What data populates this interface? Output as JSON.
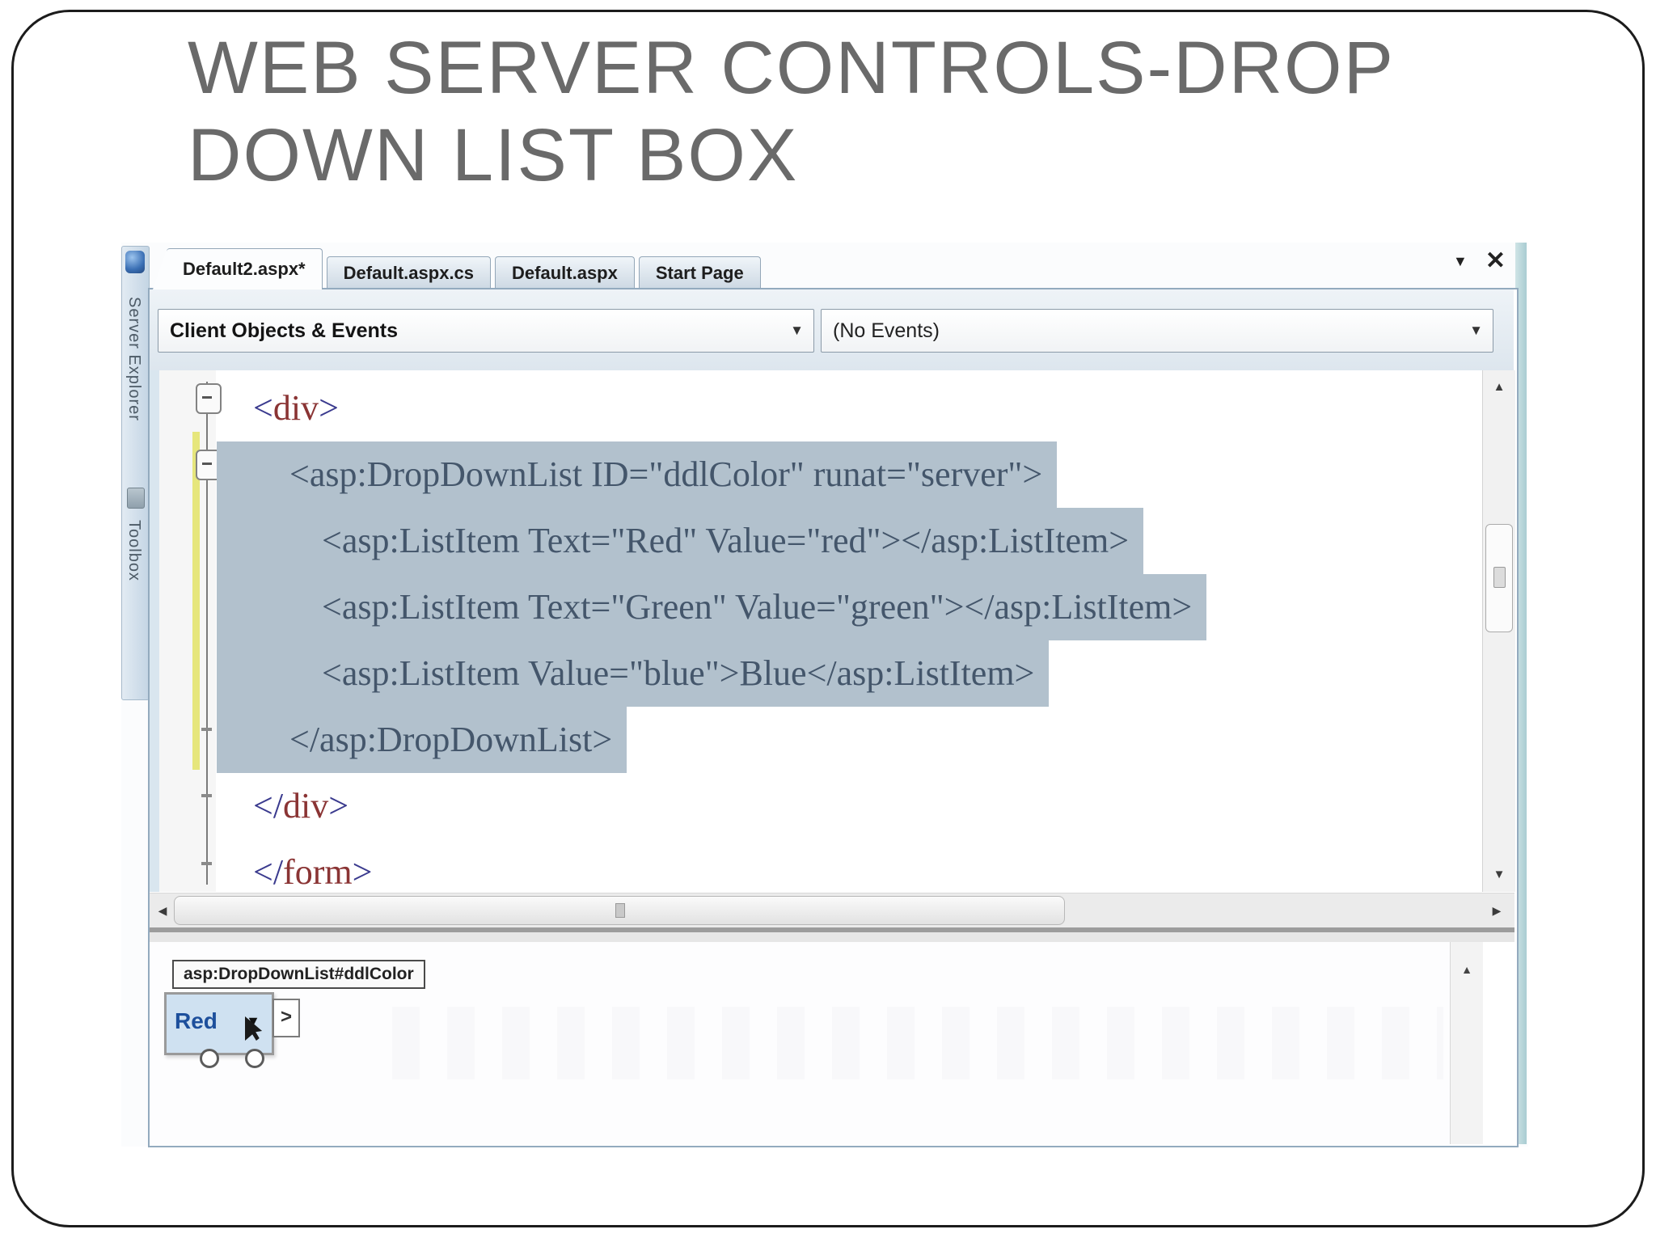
{
  "title": {
    "line1": "WEB SERVER CONTROLS-DROP",
    "line2": "DOWN LIST BOX"
  },
  "editor": {
    "tabs": [
      {
        "label": "Default2.aspx*",
        "active": true
      },
      {
        "label": "Default.aspx.cs",
        "active": false
      },
      {
        "label": "Default.aspx",
        "active": false
      },
      {
        "label": "Start Page",
        "active": false
      }
    ],
    "window_buttons": {
      "dropdown_glyph": "▼",
      "close_glyph": "✕"
    },
    "side_strip": {
      "labels": [
        "Server Explorer",
        "Toolbox"
      ]
    },
    "nav_bar": {
      "left_combo": "Client Objects & Events",
      "right_combo": "(No Events)",
      "arrow_glyph": "▼"
    },
    "code": {
      "lines": [
        {
          "indent": 45,
          "highlight": false,
          "tokens": [
            {
              "t": "<",
              "c": "b"
            },
            {
              "t": "div",
              "c": "m"
            },
            {
              "t": ">",
              "c": "b"
            }
          ]
        },
        {
          "indent": 90,
          "highlight": true,
          "tokens": [
            {
              "t": "<asp:DropDownList ID=\"ddlColor\" runat=\"server\">",
              "c": "s"
            }
          ]
        },
        {
          "indent": 130,
          "highlight": true,
          "tokens": [
            {
              "t": "<asp:ListItem Text=\"Red\" Value=\"red\"></asp:ListItem>",
              "c": "s"
            }
          ]
        },
        {
          "indent": 130,
          "highlight": true,
          "tokens": [
            {
              "t": "<asp:ListItem Text=\"Green\" Value=\"green\"></asp:ListItem>",
              "c": "s"
            }
          ]
        },
        {
          "indent": 130,
          "highlight": true,
          "tokens": [
            {
              "t": "<asp:ListItem Value=\"blue\">Blue</asp:ListItem>",
              "c": "s"
            }
          ]
        },
        {
          "indent": 90,
          "highlight": true,
          "tokens": [
            {
              "t": "</asp:DropDownList>",
              "c": "s"
            }
          ]
        },
        {
          "indent": 45,
          "highlight": false,
          "tokens": [
            {
              "t": "</",
              "c": "b"
            },
            {
              "t": "div",
              "c": "m"
            },
            {
              "t": ">",
              "c": "b"
            }
          ]
        },
        {
          "indent": 45,
          "highlight": false,
          "tokens": [
            {
              "t": "</",
              "c": "b"
            },
            {
              "t": "form",
              "c": "m"
            },
            {
              "t": ">",
              "c": "b"
            }
          ]
        }
      ]
    },
    "scrollbars": {
      "up_glyph": "▲",
      "down_glyph": "▼",
      "left_glyph": "◀",
      "right_glyph": "▶"
    },
    "design_pane": {
      "tag_label": "asp:DropDownList#ddlColor",
      "dropdown_value": "Red",
      "combo_arrow": "▼",
      "smart_tag_glyph": ">"
    }
  },
  "colors": {
    "title_text": "#6a6a6a",
    "selection_highlight": "#b2c1cd",
    "code_slate": "#44566b",
    "code_maroon": "#8a3434",
    "code_navy": "#3a3a8e",
    "change_bar_yellow": "#e6e67c",
    "design_value_blue": "#1d4f9c",
    "chrome_blue": "#cfdde9"
  }
}
